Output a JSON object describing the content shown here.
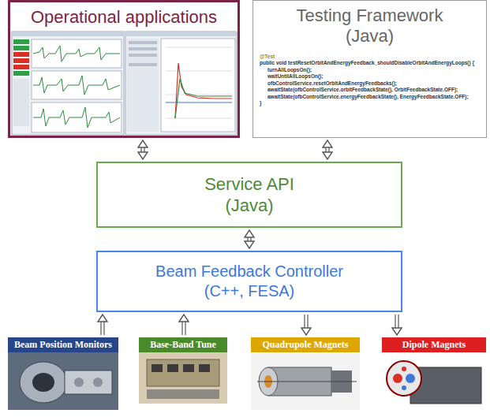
{
  "diagram": {
    "nodes": [
      {
        "text": [
          "Operational applications"
        ]
      },
      {
        "text": [
          "Testing Framework (Java)",
          "@Test",
          "public void testResetOrbitAndEnergyFeedback_shouldDisableOrbitAndEnergyLoops() {",
          "turnAllLoopsOn();",
          "waitUntilAllLoopsOn();",
          "ofbControlService.resetOrbitAndEnergyFeedbacks();",
          "awaitState(ofbControlService.orbitFeedbackState(), OrbitFeedbackState.OFF);",
          "awaitState(ofbControlService.energyFeedbackState(), EnergyFeedbackState.OFF);",
          "}"
        ]
      },
      {
        "text": [
          "Service API (Java)"
        ]
      },
      {
        "text": [
          "Beam Feedback Controller (C++, FESA)"
        ]
      },
      {
        "text": [
          "Beam Position Monitors"
        ]
      },
      {
        "text": [
          "Base-Band Tune"
        ]
      },
      {
        "text": [
          "Quadrupole Magnets"
        ]
      },
      {
        "text": [
          "Dipole Magnets"
        ]
      }
    ],
    "edges": [
      {
        "from": 0,
        "to": 2,
        "arrow": "both"
      },
      {
        "from": 1,
        "to": 2,
        "arrow": "both"
      },
      {
        "from": 2,
        "to": 3,
        "arrow": "both"
      },
      {
        "from": 4,
        "to": 3,
        "arrow": "to"
      },
      {
        "from": 5,
        "to": 3,
        "arrow": "to"
      },
      {
        "from": 3,
        "to": 6,
        "arrow": "to"
      },
      {
        "from": 3,
        "to": 7,
        "arrow": "to"
      }
    ]
  }
}
